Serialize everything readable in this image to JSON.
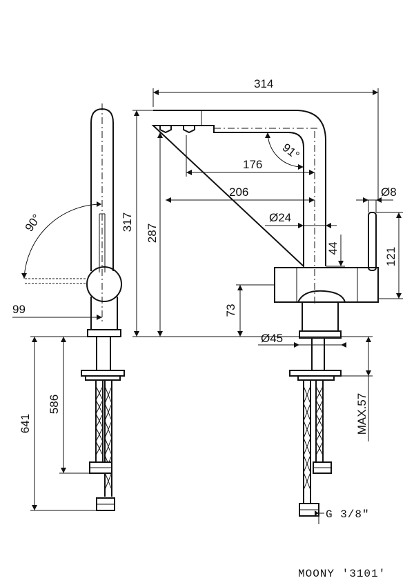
{
  "dimensions": {
    "d314": "314",
    "d91": "91°",
    "d176": "176",
    "d206": "206",
    "d8": "Ø8",
    "d24": "Ø24",
    "d317": "317",
    "d287": "287",
    "d44": "44",
    "d121": "121",
    "d73": "73",
    "d45": "Ø45",
    "d90": "90°",
    "d99": "99",
    "d641": "641",
    "d586": "586",
    "dmax57": "MAX.57",
    "thread": "G 3/8\""
  },
  "product_label": "MOONY '3101'"
}
